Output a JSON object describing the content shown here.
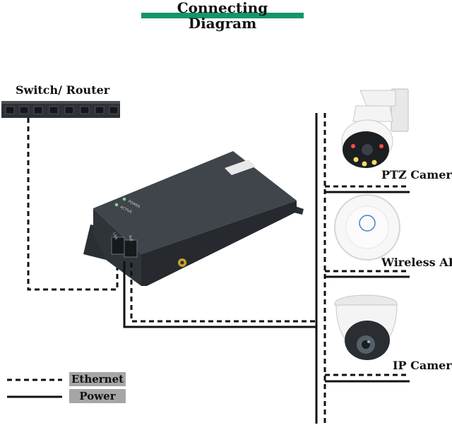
{
  "title": "Connecting Diagram",
  "labels": {
    "switch_router": "Switch/ Router",
    "ptz_camera": "PTZ Camera",
    "wireless_ap": "Wireless AP",
    "ip_camera": "IP Camera"
  },
  "legend": {
    "ethernet": "Ethernet",
    "power": "Power"
  },
  "injector": {
    "power_led": "POWER",
    "active_led": "ACTIVE",
    "lan_port": "LAN",
    "poe_port": "PoE"
  },
  "colors": {
    "title_underline": "#16946b",
    "legend_box": "#a6a6a6",
    "device_body": "#3a3f44",
    "line": "#111111"
  }
}
